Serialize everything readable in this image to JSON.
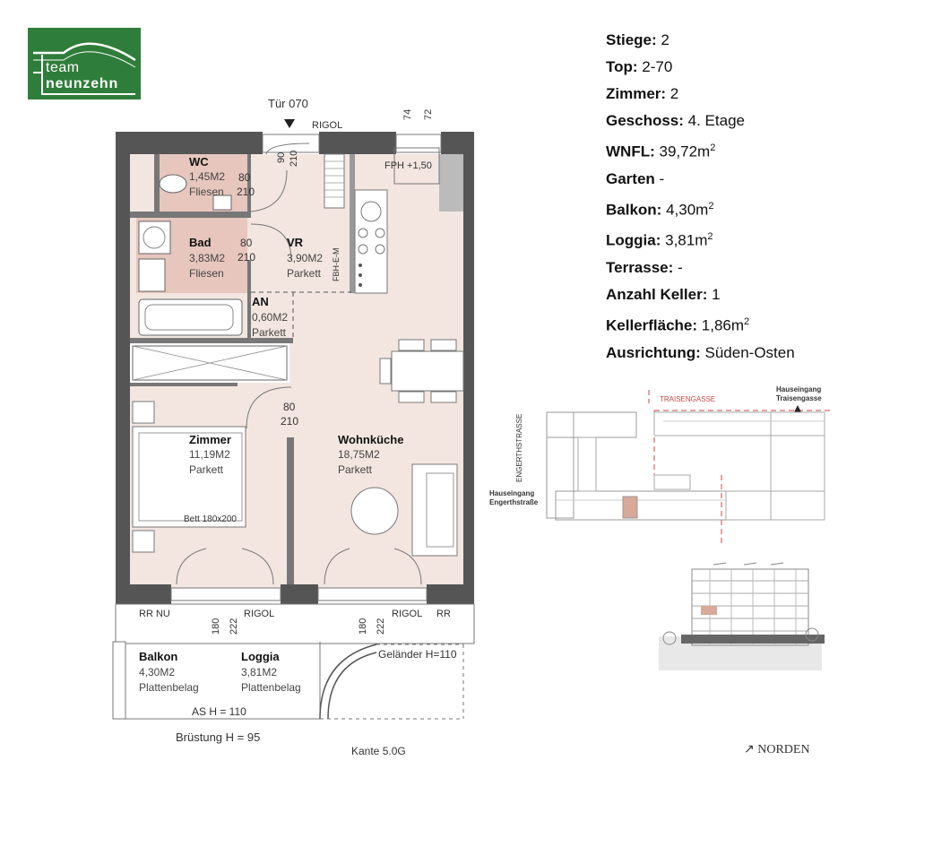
{
  "logo": {
    "line1": "team",
    "line2": "neunzehn"
  },
  "info": [
    {
      "key": "Stiege:",
      "value": " 2",
      "sup": ""
    },
    {
      "key": "Top:",
      "value": " 2-70",
      "sup": ""
    },
    {
      "key": "Zimmer:",
      "value": " 2",
      "sup": ""
    },
    {
      "key": "Geschoss:",
      "value": " 4. Etage",
      "sup": ""
    },
    {
      "key": "WNFL:",
      "value": " 39,72m",
      "sup": "2"
    },
    {
      "key": "Garten",
      "value": " -",
      "sup": ""
    },
    {
      "key": "Balkon:",
      "value": " 4,30m",
      "sup": "2"
    },
    {
      "key": "Loggia:",
      "value": " 3,81m",
      "sup": "2"
    },
    {
      "key": "Terrasse:",
      "value": " -",
      "sup": ""
    },
    {
      "key": "Anzahl Keller:",
      "value": " 1",
      "sup": ""
    },
    {
      "key": "Kellerfläche:",
      "value": " 1,86m",
      "sup": "2"
    },
    {
      "key": "Ausrichtung:",
      "value": " Süden-Osten",
      "sup": ""
    }
  ],
  "plan": {
    "door_label": "Tür 070",
    "rigol_top": "RIGOL",
    "dim_74": "74",
    "dim_72": "72",
    "fph": "FPH +1,50",
    "rooms": {
      "wc": {
        "name": "WC",
        "area": "1,45M2",
        "floor": "Fliesen"
      },
      "bad": {
        "name": "Bad",
        "area": "3,83M2",
        "floor": "Fliesen"
      },
      "vr": {
        "name": "VR",
        "area": "3,90M2",
        "floor": "Parkett"
      },
      "an": {
        "name": "AN",
        "area": "0,60M2",
        "floor": "Parkett"
      },
      "zimmer": {
        "name": "Zimmer",
        "area": "11,19M2",
        "floor": "Parkett"
      },
      "wohn": {
        "name": "Wohnküche",
        "area": "18,75M2",
        "floor": "Parkett"
      },
      "balkon": {
        "name": "Balkon",
        "area": "4,30M2",
        "floor": "Plattenbelag"
      },
      "loggia": {
        "name": "Loggia",
        "area": "3,81M2",
        "floor": "Plattenbelag"
      }
    },
    "dims": {
      "wc_w": "80",
      "wc_h": "210",
      "vr_w": "80",
      "vr_h": "210",
      "entry_w": "90",
      "entry_h": "210",
      "zim_w": "80",
      "zim_h": "210",
      "bal_a": "180",
      "bal_b": "222",
      "log_a": "180",
      "log_b": "222"
    },
    "fbh": "FBH-E-M",
    "bett": "Bett 180x200",
    "rr_nu": "RR NU",
    "rigol_l": "RIGOL",
    "rigol_r": "RIGOL",
    "rr": "RR",
    "gelaender": "Geländer H=110",
    "as_h": "AS H = 110",
    "bruestung": "Brüstung H = 95",
    "kante": "Kante 5.0G"
  },
  "site": {
    "traisengasse": "TRAISENGASSE",
    "hauseingang_t1": "Hauseingang",
    "hauseingang_t2": "Traisengasse",
    "engerth": "ENGERTHSTRASSE",
    "hauseingang_e1": "Hauseingang",
    "hauseingang_e2": "Engerthstraße"
  },
  "north": "↗ NORDEN"
}
